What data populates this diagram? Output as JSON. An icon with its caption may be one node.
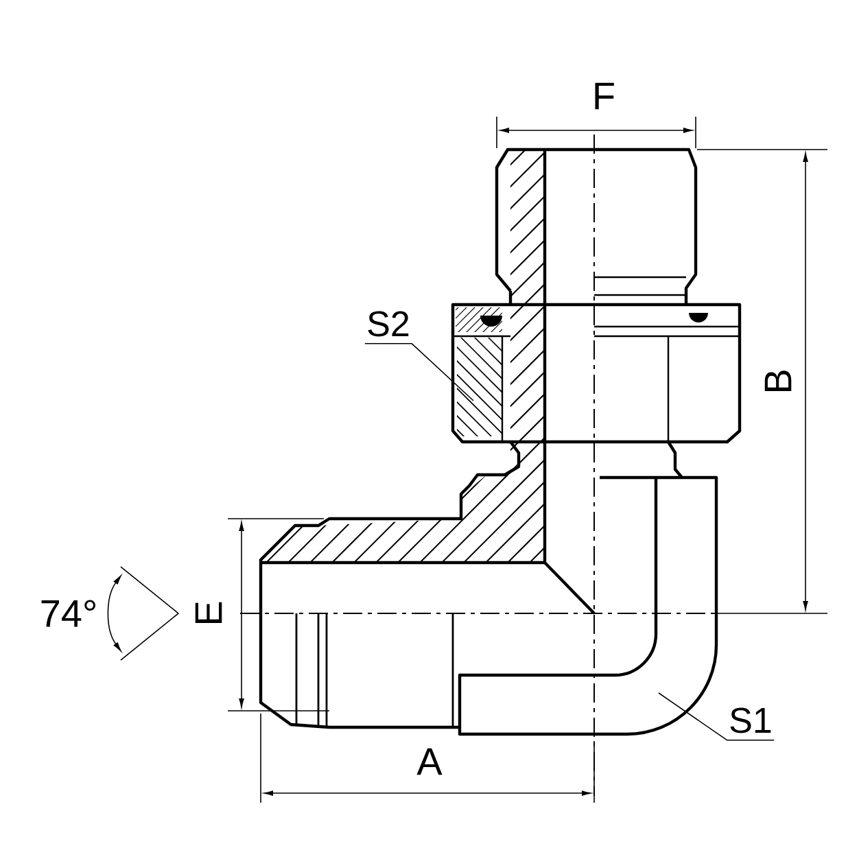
{
  "diagram": {
    "nodes": [
      {
        "text": [
          "S2"
        ]
      },
      {
        "text": [
          "S1"
        ]
      }
    ],
    "edges": [
      {
        "from": 0,
        "to": null,
        "arrow": "none"
      },
      {
        "from": 1,
        "to": null,
        "arrow": "none"
      }
    ],
    "labels": [
      "F",
      "B",
      "74°",
      "E",
      "A"
    ]
  }
}
